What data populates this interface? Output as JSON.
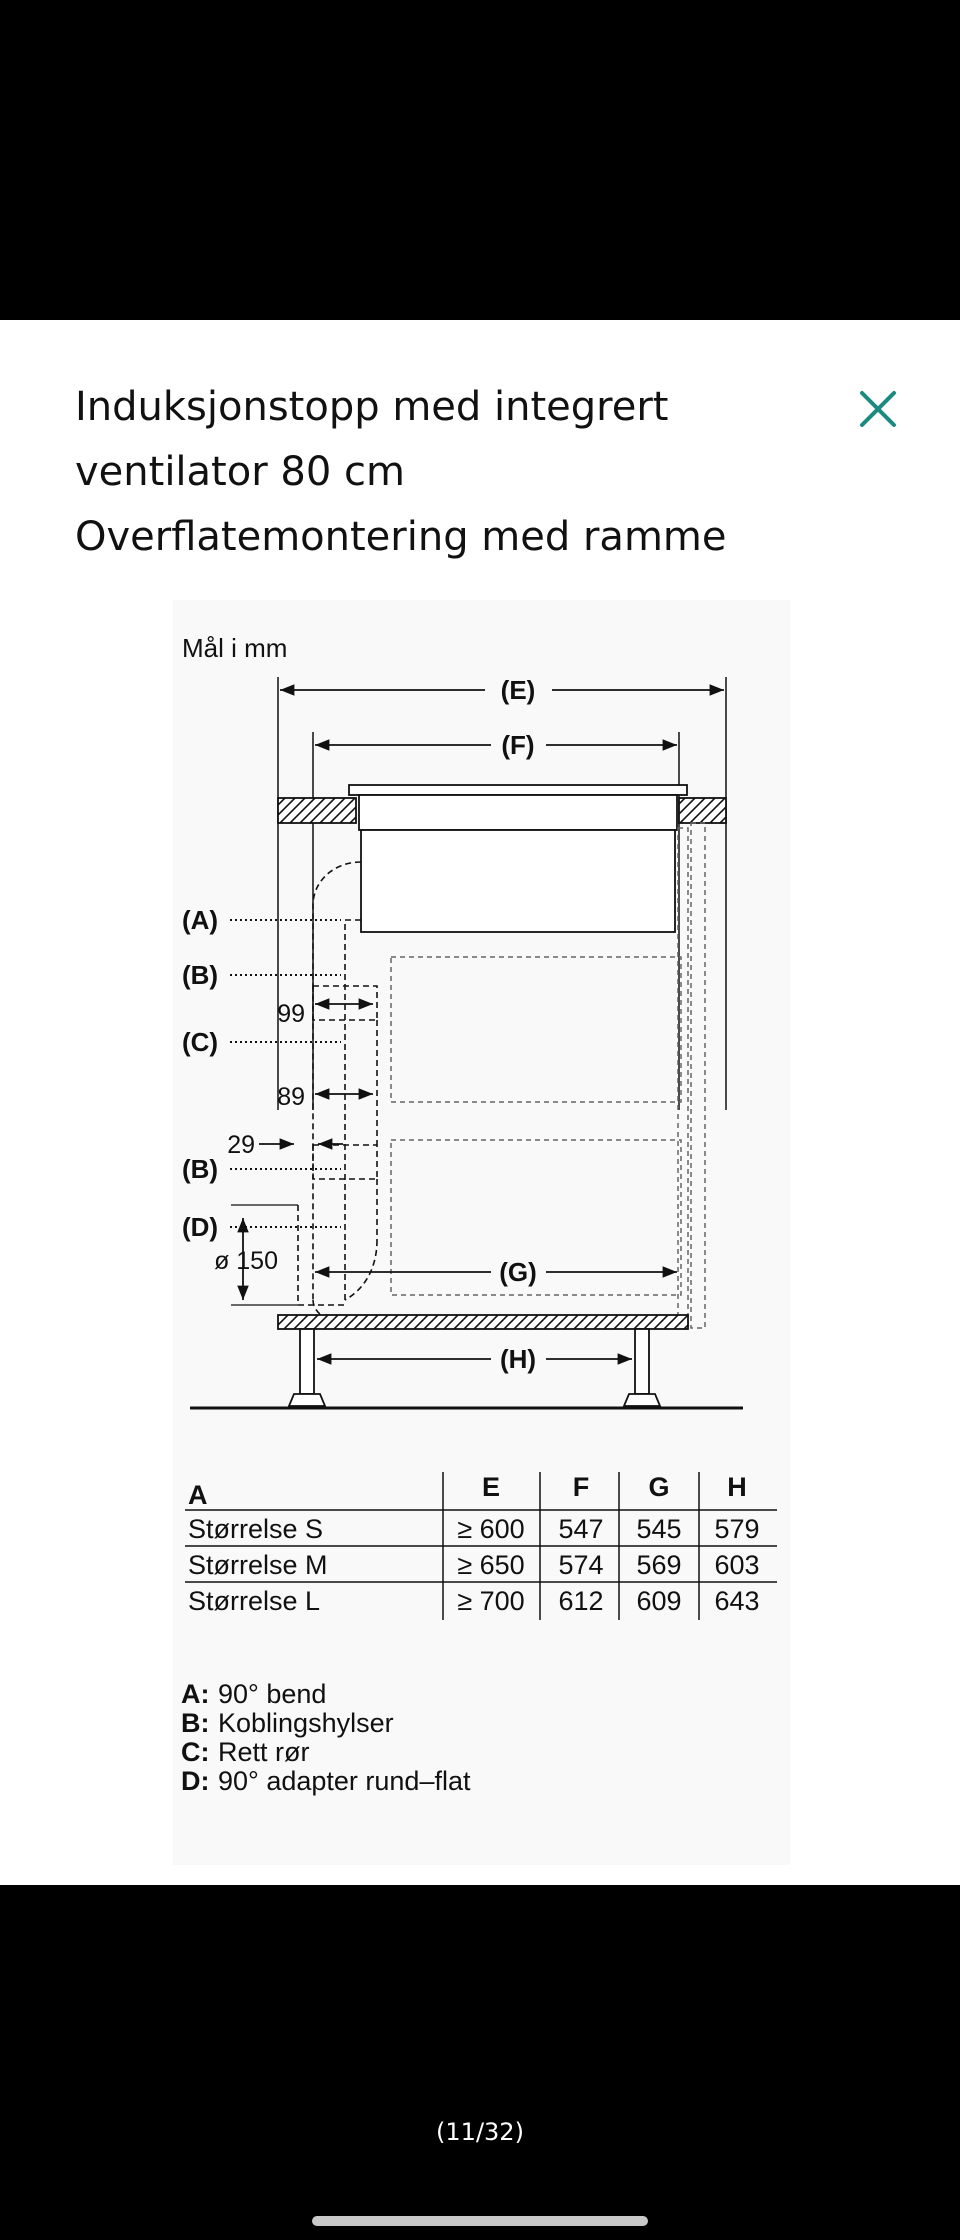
{
  "header": {
    "title_lines": [
      "Induksjonstopp med integrert",
      "ventilator 80 cm",
      "Overflatemontering med ramme"
    ],
    "close_icon": "close-icon",
    "accent_color": "#1b8a80"
  },
  "diagram": {
    "unit_label": "Mål i mm",
    "dim_labels": {
      "E": "(E)",
      "F": "(F)",
      "G": "(G)",
      "H": "(H)"
    },
    "part_labels": {
      "A": "(A)",
      "B1": "(B)",
      "C": "(C)",
      "B2": "(B)",
      "D": "(D)"
    },
    "measurements": {
      "m99": "99",
      "m89": "89",
      "m29": "29",
      "m150": "ø 150"
    }
  },
  "table": {
    "headers": [
      "A",
      "E",
      "F",
      "G",
      "H"
    ],
    "rows": [
      [
        "Størrelse S",
        "≥ 600",
        "547",
        "545",
        "579"
      ],
      [
        "Størrelse M",
        "≥ 650",
        "574",
        "569",
        "603"
      ],
      [
        "Størrelse L",
        "≥ 700",
        "612",
        "609",
        "643"
      ]
    ]
  },
  "legend": [
    {
      "key": "A:",
      "text": "90° bend"
    },
    {
      "key": "B:",
      "text": "Koblingshylser"
    },
    {
      "key": "C:",
      "text": "Rett rør"
    },
    {
      "key": "D:",
      "text": "90° adapter rund–flat"
    }
  ],
  "pager": {
    "counter": "(11/32)"
  }
}
